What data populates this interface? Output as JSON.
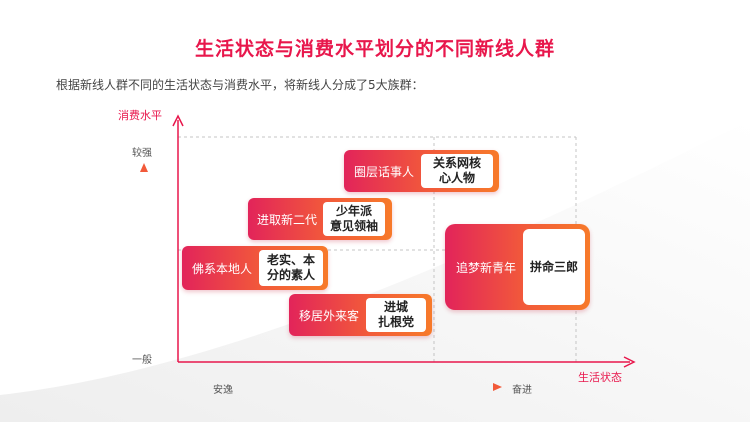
{
  "title": "生活状态与消费水平划分的不同新线人群",
  "intro": "根据新线人群不同的生活状态与消费水平，将新线人分成了5大族群：",
  "y_axis": {
    "label": "消费水平",
    "high": "较强",
    "low": "一般"
  },
  "x_axis": {
    "label": "生活状态",
    "low": "安逸",
    "high": "奋进"
  },
  "colors": {
    "accent": "#e8174c",
    "orange": "#f77a2a",
    "grid": "#bbbbbb"
  },
  "segments": [
    {
      "name": "圈层话事人",
      "tag_line1": "关系网核",
      "tag_line2": "心人物"
    },
    {
      "name": "进取新二代",
      "tag_line1": "少年派",
      "tag_line2": "意见领袖"
    },
    {
      "name": "佛系本地人",
      "tag_line1": "老实、本",
      "tag_line2": "分的素人"
    },
    {
      "name": "追梦新青年",
      "tag_line1": "拼命三郎",
      "tag_line2": ""
    },
    {
      "name": "移居外来客",
      "tag_line1": "进城",
      "tag_line2": "扎根党"
    }
  ]
}
